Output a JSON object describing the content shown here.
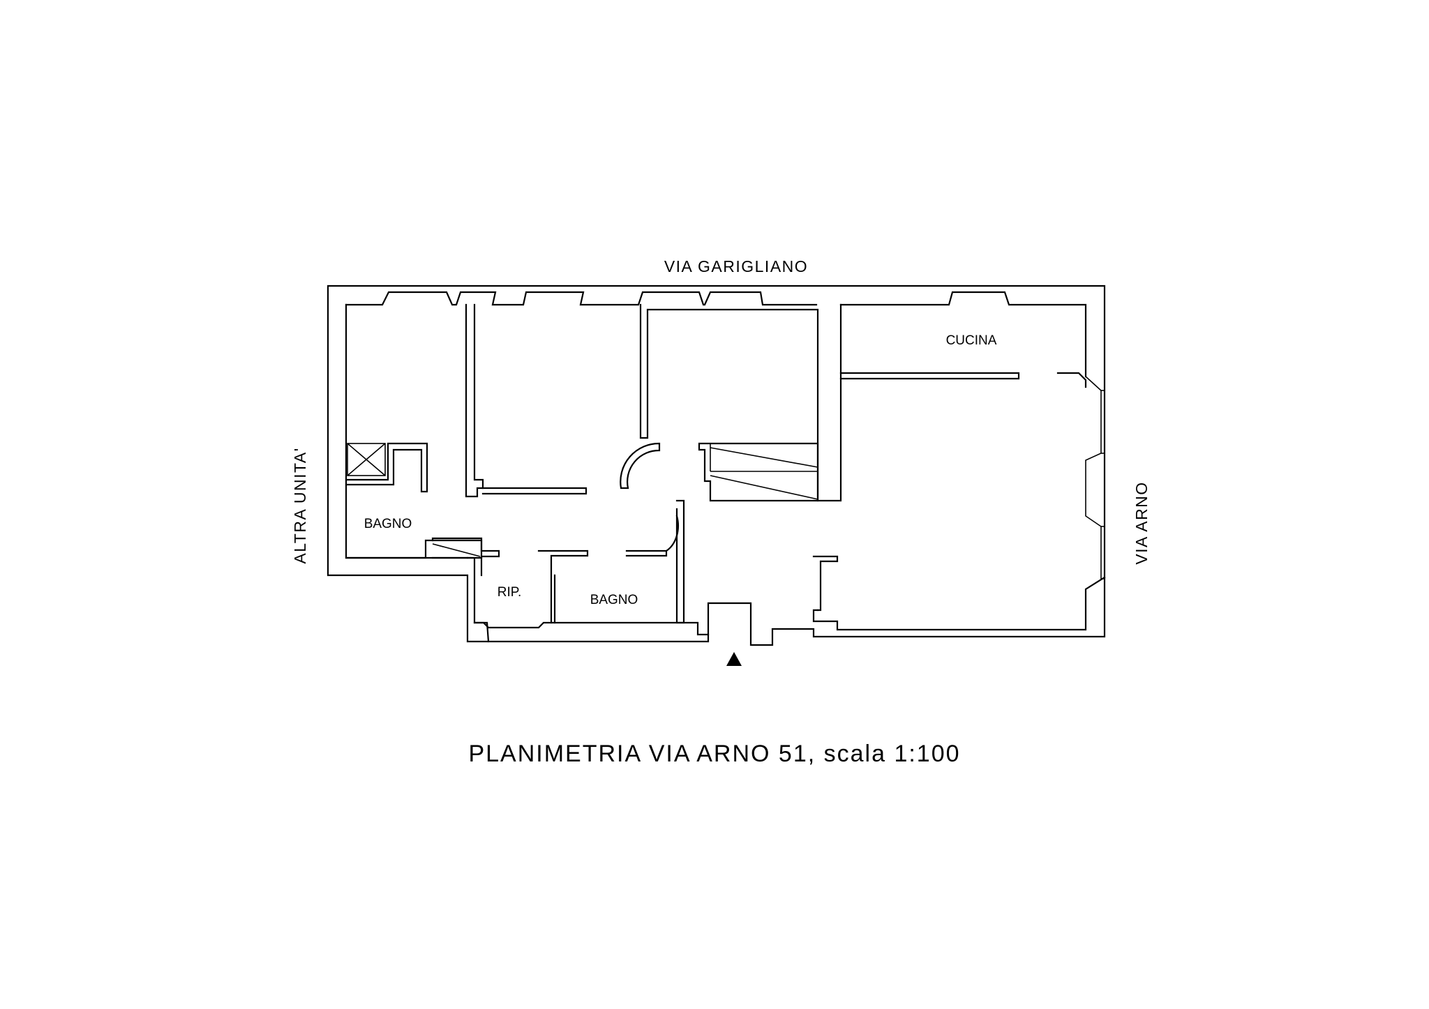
{
  "streets": {
    "top": "VIA GARIGLIANO",
    "right": "VIA ARNO",
    "left": "ALTRA UNITA'"
  },
  "rooms": {
    "cucina": "CUCINA",
    "bagno_left": "BAGNO",
    "bagno_center": "BAGNO",
    "ripostiglio": "RIP."
  },
  "caption": "PLANIMETRIA VIA ARNO 51, scala 1:100",
  "colors": {
    "lines": "#000000",
    "background": "#ffffff"
  },
  "icons": {
    "entrance": "entrance-arrow-icon"
  }
}
